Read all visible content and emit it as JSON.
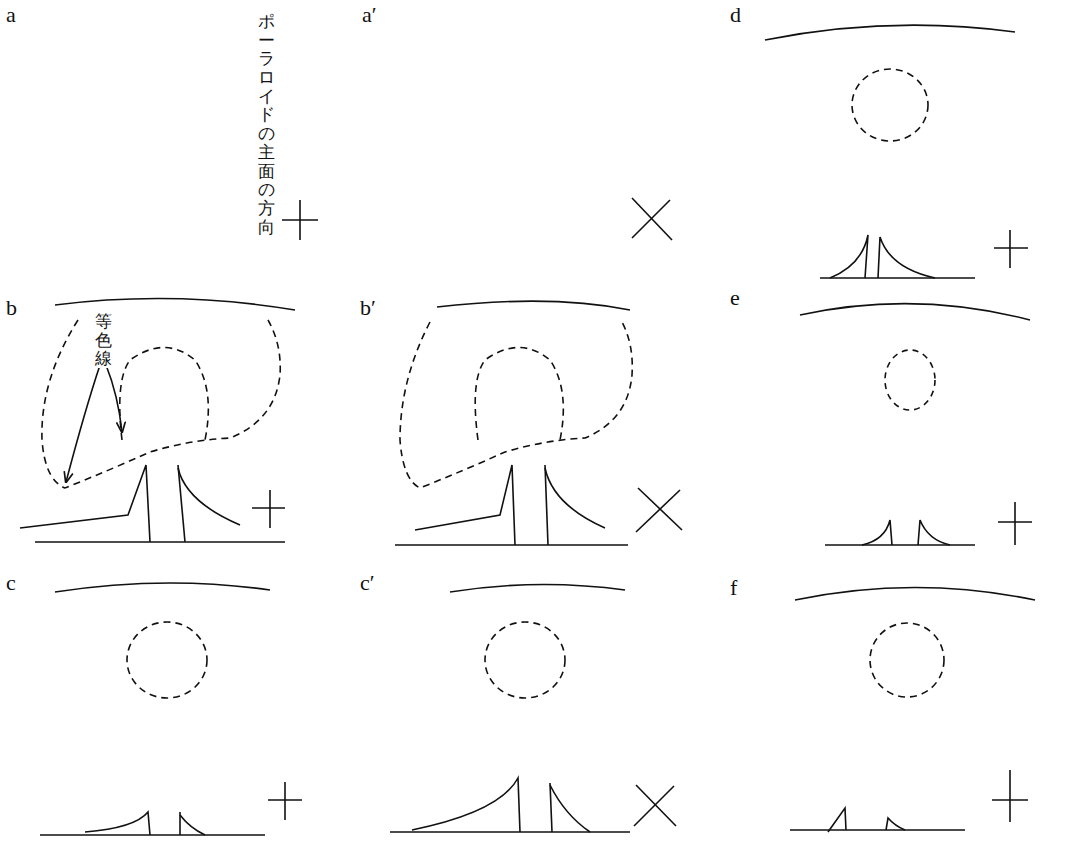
{
  "diagram": {
    "labels": [
      "a",
      "ポーラロイドの主面の方向",
      "a′",
      "d",
      "b",
      "等色線",
      "b′",
      "e",
      "c",
      "c′",
      "f"
    ]
  }
}
